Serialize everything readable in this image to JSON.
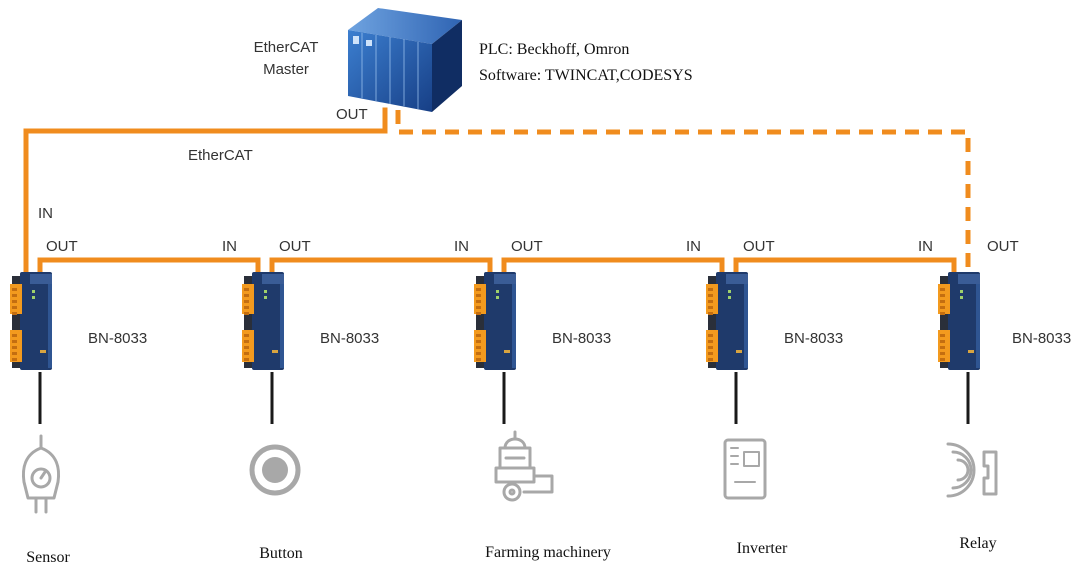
{
  "master": {
    "label_line1": "EtherCAT",
    "label_line2": "Master",
    "plc_text": "PLC: Beckhoff, Omron",
    "software_text": "Software: TWINCAT,CODESYS",
    "out_label": "OUT"
  },
  "bus": {
    "label": "EtherCAT",
    "first_in_label": "IN"
  },
  "colors": {
    "wire": "#F08C1E",
    "module_body": "#1f3a6b",
    "terminal": "#F39A1E",
    "icon_gray": "#a8a8a8"
  },
  "nodes": [
    {
      "model": "BN-8033",
      "out_label": "OUT",
      "in_label": "",
      "device": "Sensor",
      "icon": "sensor-icon"
    },
    {
      "model": "BN-8033",
      "out_label": "OUT",
      "in_label": "IN",
      "device": "Button",
      "icon": "button-icon"
    },
    {
      "model": "BN-8033",
      "out_label": "OUT",
      "in_label": "IN",
      "device": "Farming machinery",
      "icon": "farming-machinery-icon"
    },
    {
      "model": "BN-8033",
      "out_label": "OUT",
      "in_label": "IN",
      "device": "Inverter",
      "icon": "inverter-icon"
    },
    {
      "model": "BN-8033",
      "out_label": "OUT",
      "in_label": "IN",
      "device": "Relay",
      "icon": "relay-icon"
    }
  ]
}
